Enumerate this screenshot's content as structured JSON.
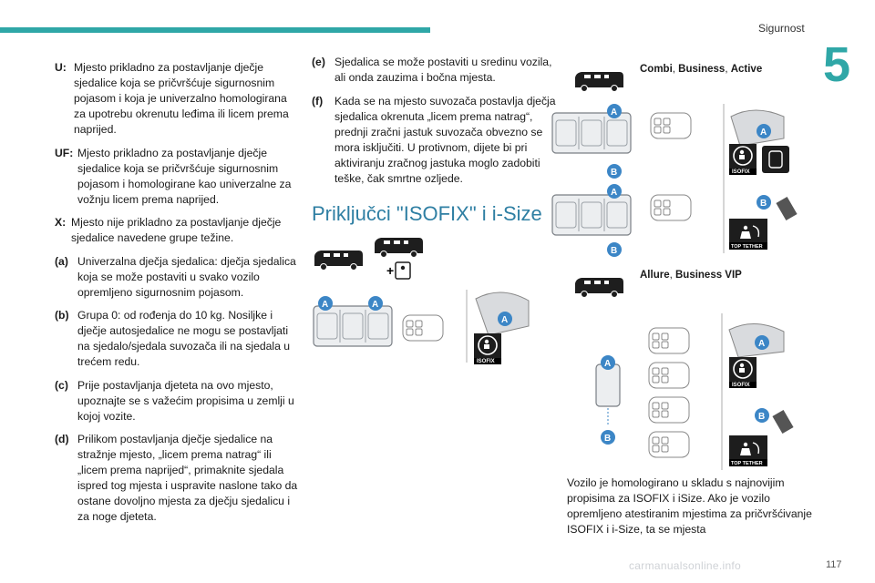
{
  "header": {
    "section": "Sigurnost",
    "chapter": "5",
    "page": "117"
  },
  "watermark": "carmanualsonline.info",
  "legend": [
    {
      "key": "U:",
      "text": "Mjesto prikladno za postavljanje dječje sjedalice koja se pričvršćuje sigurnosnim pojasom i koja je univerzalno homologirana za upotrebu okrenutu leđima ili licem prema naprijed."
    },
    {
      "key": "UF:",
      "text": "Mjesto prikladno za postavljanje dječje sjedalice koja se pričvršćuje sigurnosnim pojasom i homologirane kao univerzalne za vožnju licem prema naprijed."
    },
    {
      "key": "X:",
      "text": "Mjesto nije prikladno za postavljanje dječje sjedalice navedene grupe težine."
    }
  ],
  "notes": [
    {
      "key": "(a)",
      "text": "Univerzalna dječja sjedalica: dječja sjedalica koja se može postaviti u svako vozilo opremljeno sigurnosnim pojasom."
    },
    {
      "key": "(b)",
      "text": "Grupa 0: od rođenja do 10 kg. Nosiljke i dječje autosjedalice ne mogu se postavljati na sjedalo/sjedala suvozača ili na sjedala u trećem redu."
    },
    {
      "key": "(c)",
      "text": "Prije postavljanja djeteta na ovo mjesto, upoznajte se s važećim propisima u zemlji u kojoj vozite."
    },
    {
      "key": "(d)",
      "text": "Prilikom postavljanja dječje sjedalice na stražnje mjesto, „licem prema natrag“ ili „licem prema naprijed“, primaknite sjedala ispred tog mjesta i uspravite naslone tako da ostane dovoljno mjesta za dječju sjedalicu i za noge djeteta."
    },
    {
      "key": "(e)",
      "text": "Sjedalica se može postaviti u sredinu vozila, ali onda zauzima i bočna mjesta."
    },
    {
      "key": "(f)",
      "text": "Kada se na mjesto suvozača postavlja dječja sjedalica okrenuta „licem prema natrag“, prednji zračni jastuk suvozača obvezno se mora isključiti. U protivnom, dijete bi pri aktiviranju zračnog jastuka moglo zadobiti teške, čak smrtne ozljede."
    }
  ],
  "section_heading": "Priključci \"ISOFIX\" i i-Size",
  "figures": {
    "labels": {
      "a": "A",
      "b": "B",
      "isofix": "ISOFIX",
      "top_tether": "TOP TETHER"
    },
    "combi_caption": [
      "Combi",
      ", ",
      "Business",
      ", ",
      "Active"
    ],
    "allure_caption": [
      "Allure",
      ", ",
      "Business VIP"
    ]
  },
  "bottom_text": "Vozilo je homologirano u skladu s najnovijim propisima za ISOFIX i iSize. Ako je vozilo opremljeno atestiranim mjestima za pričvršćivanje ISOFIX i i-Size, ta se mjesta",
  "colors": {
    "accent": "#2fa7a7",
    "heading": "#2f7fa3",
    "marker": "#3c86c6"
  }
}
